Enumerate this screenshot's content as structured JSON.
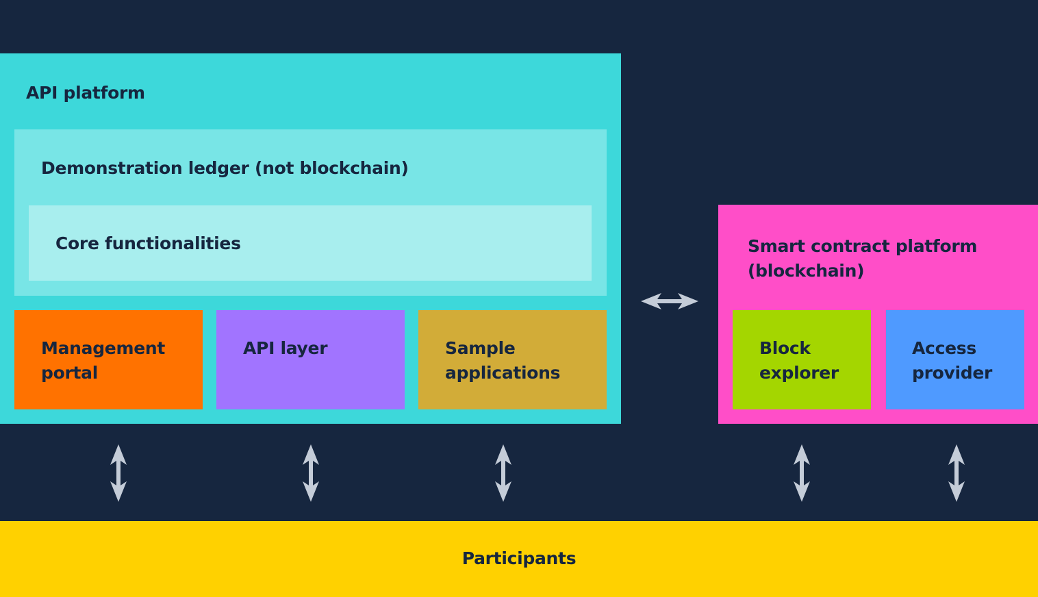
{
  "colors": {
    "background": "#16263f",
    "api_platform": "#3dd8da",
    "demo_ledger": "#78e5e6",
    "core_functionalities": "#a8eeee",
    "management_portal": "#ff7200",
    "api_layer": "#a174ff",
    "sample_applications": "#d2ac38",
    "smart_contract_platform": "#ff4ec8",
    "block_explorer": "#a4d600",
    "access_provider": "#4f9aff",
    "participants": "#ffd100",
    "arrow": "#c4ccd8",
    "text": "#16263f"
  },
  "api_platform": {
    "label": "API platform",
    "demo_ledger": {
      "label": "Demonstration ledger (not blockchain)",
      "core_functionalities": {
        "label": "Core functionalities"
      }
    },
    "components": [
      {
        "label": "Management\nportal"
      },
      {
        "label": "API layer"
      },
      {
        "label": "Sample\napplications"
      }
    ]
  },
  "smart_contract_platform": {
    "label": "Smart contract platform\n(blockchain)",
    "components": [
      {
        "label": "Block\nexplorer"
      },
      {
        "label": "Access\nprovider"
      }
    ]
  },
  "participants": {
    "label": "Participants"
  },
  "arrows": {
    "icon": "double-headed-arrow-icon",
    "between_platforms": "horizontal",
    "to_participants": 5
  }
}
